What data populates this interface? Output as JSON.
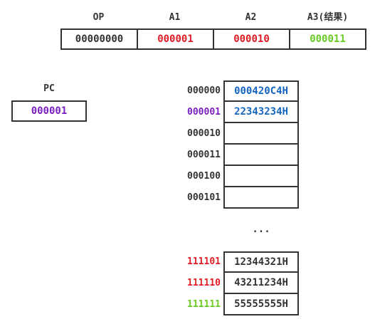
{
  "colors": {
    "dark": "#333333",
    "red": "#e01b24",
    "green": "#66cc22",
    "purple": "#7a1fbf",
    "blue": "#1565c0"
  },
  "instruction": {
    "headers": [
      "OP",
      "A1",
      "A2",
      "A3(结果)"
    ],
    "values": [
      "00000000",
      "000001",
      "000010",
      "000011"
    ]
  },
  "pc": {
    "label": "PC",
    "value": "000001"
  },
  "memory": {
    "top_rows": [
      {
        "address": "000000",
        "content": "000420C4H"
      },
      {
        "address": "000001",
        "content": "22343234H"
      },
      {
        "address": "000010",
        "content": ""
      },
      {
        "address": "000011",
        "content": ""
      },
      {
        "address": "000100",
        "content": ""
      },
      {
        "address": "000101",
        "content": ""
      }
    ],
    "ellipsis": "...",
    "bottom_rows": [
      {
        "address": "111101",
        "content": "12344321H"
      },
      {
        "address": "111110",
        "content": "43211234H"
      },
      {
        "address": "111111",
        "content": "55555555H"
      }
    ]
  }
}
